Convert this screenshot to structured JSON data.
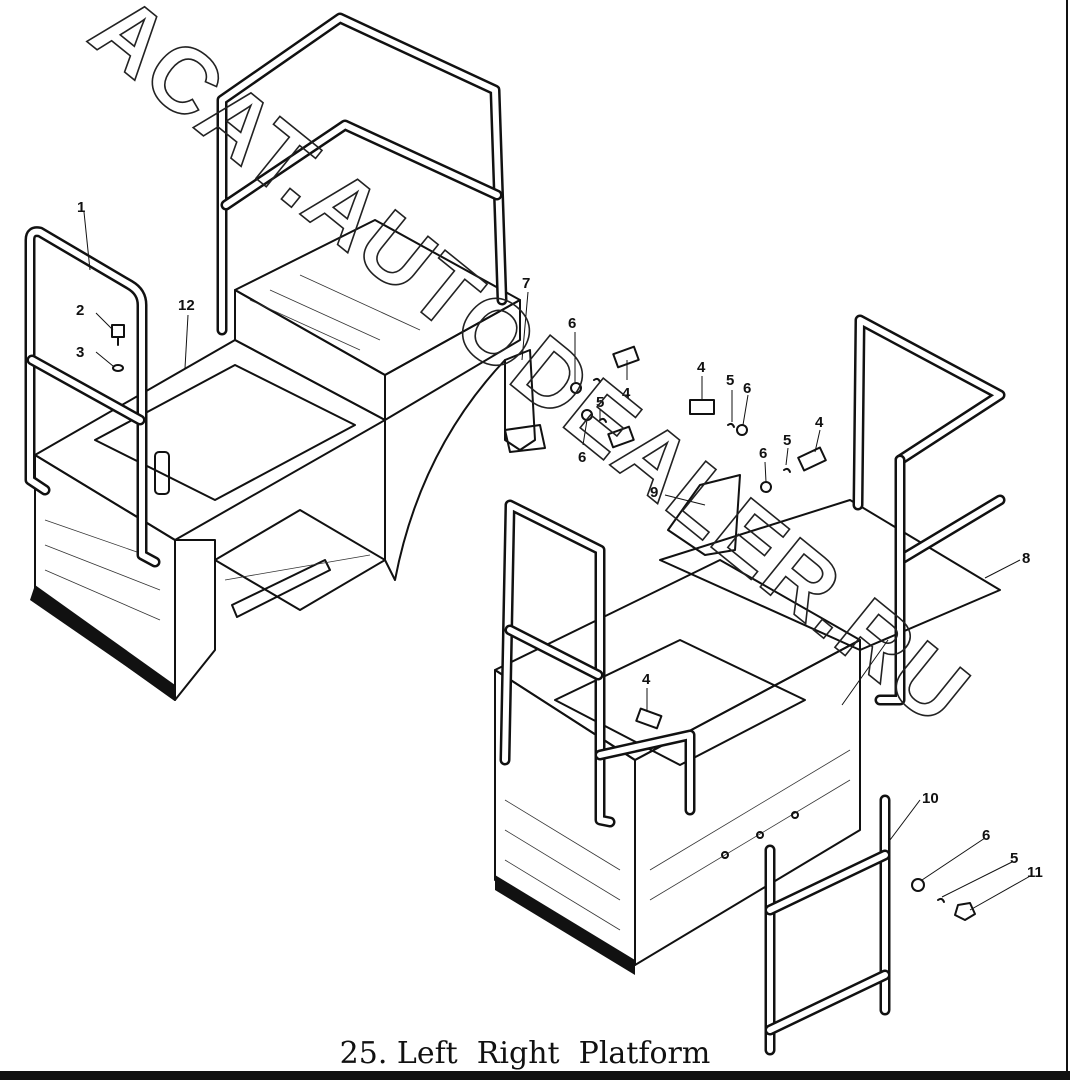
{
  "caption": "25. Left  Right  Platform",
  "watermark": "ACAT.AUTODEALER.RU",
  "part_labels": {
    "l1": "1",
    "l2": "2",
    "l3": "3",
    "l12": "12",
    "l7": "7",
    "l6a": "6",
    "l4a": "4",
    "l5a": "5",
    "l6b": "6",
    "l4b": "4",
    "l5b": "5",
    "l6c": "6",
    "l4c": "4",
    "l5c": "5",
    "l6d": "6",
    "l9": "9",
    "l8": "8",
    "l4d": "4",
    "l10": "10",
    "l6e": "6",
    "l5d": "5",
    "l11": "11"
  }
}
